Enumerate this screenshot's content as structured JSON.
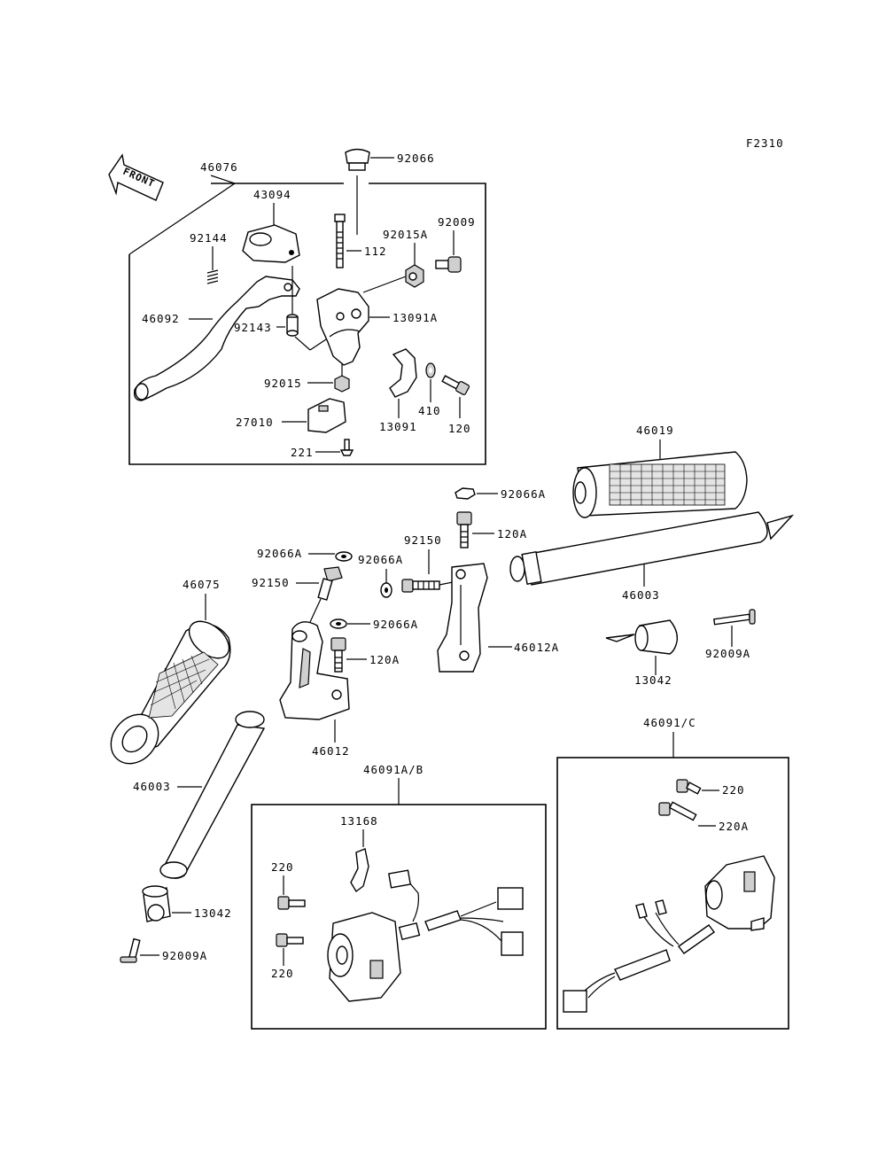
{
  "figure_code": "F2310",
  "front_arrow_text": "FRONT",
  "labels": {
    "p46076": "46076",
    "p43094": "43094",
    "p92066": "92066",
    "p92144": "92144",
    "p112": "112",
    "p92015A": "92015A",
    "p92009": "92009",
    "p46092": "46092",
    "p92143": "92143",
    "p13091A": "13091A",
    "p92015": "92015",
    "p410": "410",
    "p13091": "13091",
    "p120": "120",
    "p27010": "27010",
    "p221": "221",
    "p46019": "46019",
    "p92066A_1": "92066A",
    "p120A_1": "120A",
    "p92150_1": "92150",
    "p92066A_2": "92066A",
    "p92066A_3": "92066A",
    "p92150_2": "92150",
    "p46075": "46075",
    "p46003_1": "46003",
    "p92066A_4": "92066A",
    "p46012A": "46012A",
    "p120A_2": "120A",
    "p13042_1": "13042",
    "p92009A_1": "92009A",
    "p46012": "46012",
    "p46091C": "46091/C",
    "p220_1": "220",
    "p220A": "220A",
    "p46003_2": "46003",
    "p46091AB": "46091A/B",
    "p13168": "13168",
    "p220_2": "220",
    "p220_3": "220",
    "p13042_2": "13042",
    "p92009A_2": "92009A"
  }
}
